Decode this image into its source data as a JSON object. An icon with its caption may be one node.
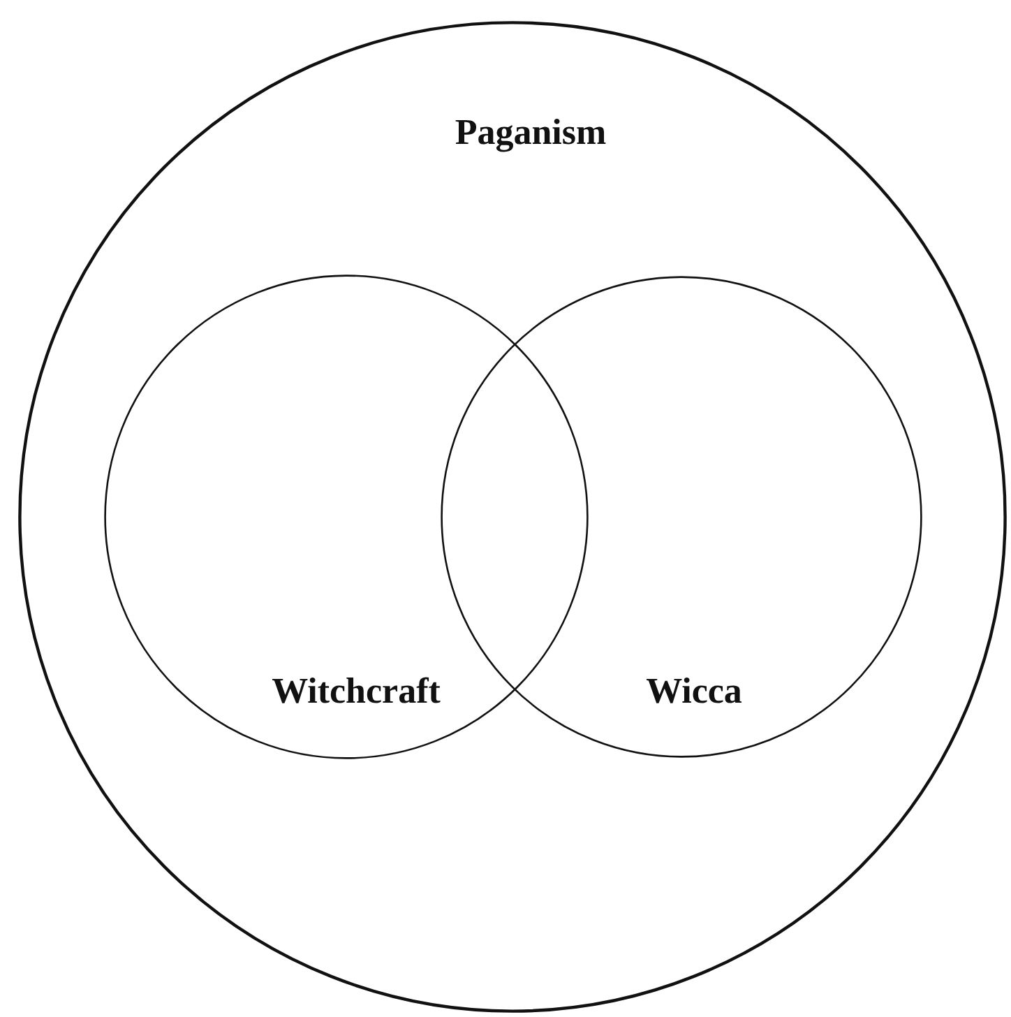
{
  "diagram": {
    "nodes": [
      {
        "text": [
          "Paganism"
        ]
      },
      {
        "text": [
          "Witchcraft"
        ],
        "in": 0
      },
      {
        "text": [
          "Wicca"
        ],
        "in": 0
      }
    ]
  }
}
